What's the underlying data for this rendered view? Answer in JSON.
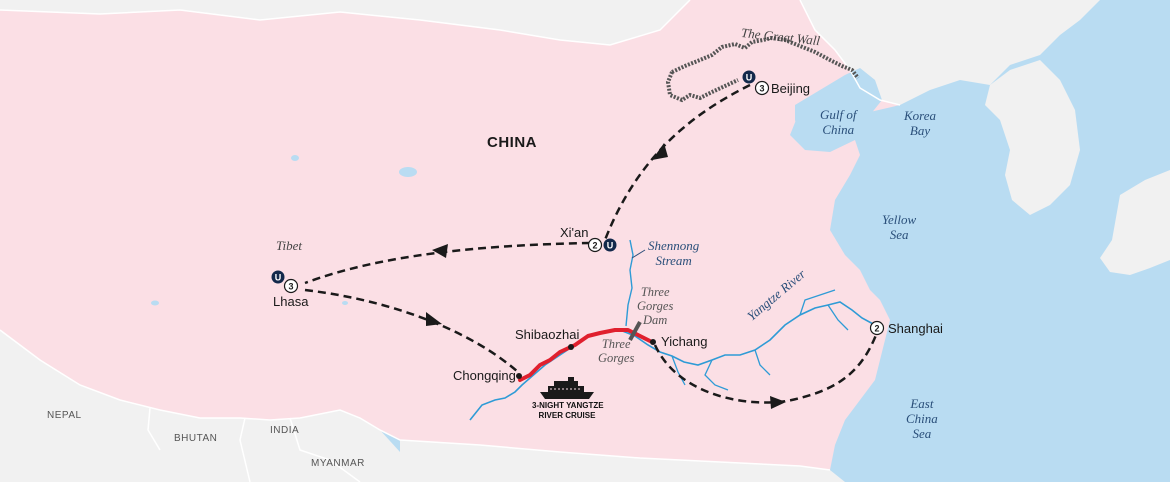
{
  "regions": {
    "china": "CHINA",
    "tibet": "Tibet",
    "nepal": "NEPAL",
    "bhutan": "BHUTAN",
    "india": "INDIA",
    "myanmar": "MYANMAR"
  },
  "water": {
    "gulf_of_china": [
      "Gulf of",
      "China"
    ],
    "korea_bay": [
      "Korea",
      "Bay"
    ],
    "yellow_sea": [
      "Yellow",
      "Sea"
    ],
    "east_china_sea": [
      "East",
      "China",
      "Sea"
    ],
    "yangtze_river": "Yangtze River",
    "shennong_stream": [
      "Shennong",
      "Stream"
    ]
  },
  "features": {
    "great_wall": "The Great Wall",
    "three_gorges_dam": [
      "Three",
      "Gorges",
      "Dam"
    ],
    "three_gorges": [
      "Three",
      "Gorges"
    ]
  },
  "cities": {
    "beijing": {
      "name": "Beijing",
      "nights": "3",
      "stop": "U"
    },
    "xian": {
      "name": "Xi'an",
      "nights": "2",
      "stop": "U"
    },
    "lhasa": {
      "name": "Lhasa",
      "nights": "3",
      "stop": "U"
    },
    "shanghai": {
      "name": "Shanghai",
      "nights": "2"
    },
    "chongqing": {
      "name": "Chongqing"
    },
    "shibaozhai": {
      "name": "Shibaozhai"
    },
    "yichang": {
      "name": "Yichang"
    }
  },
  "cruise": {
    "line1": "3-NIGHT YANGTZE",
    "line2": "RIVER CRUISE"
  },
  "colors": {
    "china": "#fbdfe5",
    "neighbor": "#f1f1f1",
    "sea": "#b9dcf2",
    "river": "#2e9bd6",
    "cruise_route": "#e0202e",
    "travel_route": "#1a1a1a",
    "stop_badge": "#13294b"
  }
}
